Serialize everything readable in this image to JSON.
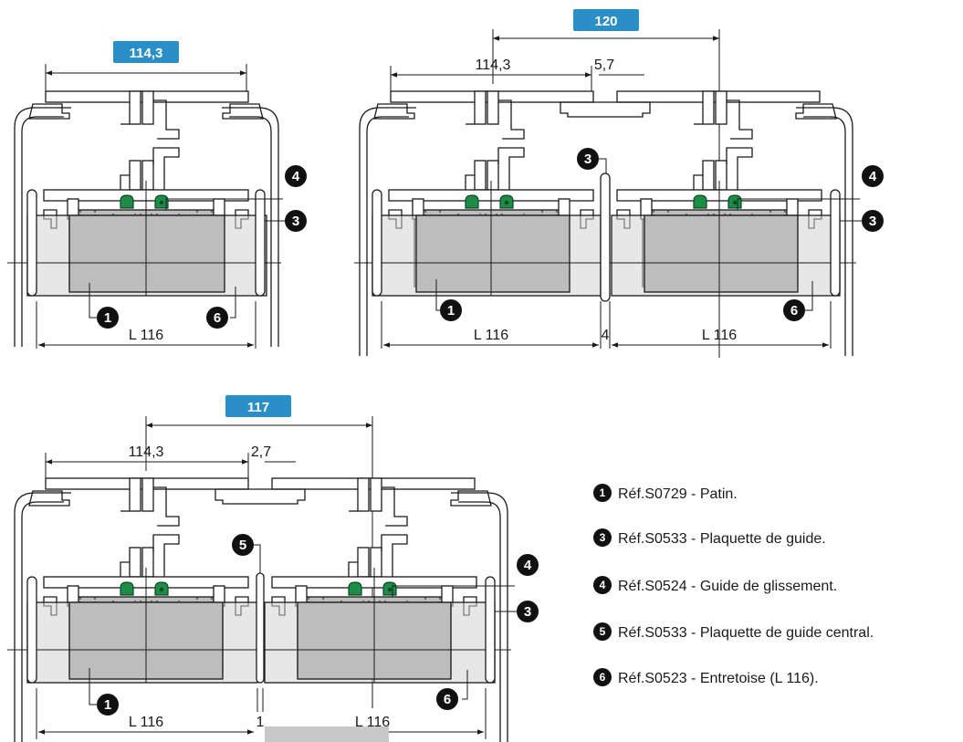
{
  "colors": {
    "badge": "#2a8fc6",
    "guide_green": "#1e8c46",
    "pad_grey": "#bdbdbd",
    "spacer_grey": "#d4d4d4",
    "callout": "#111111"
  },
  "diagram_a": {
    "badge": "114,3",
    "length_label": "L 116",
    "callouts": [
      "4",
      "3",
      "1",
      "6"
    ]
  },
  "diagram_b": {
    "badge": "120",
    "dim_left": "114,3",
    "dim_gap": "5,7",
    "dim_center": "4",
    "length_left": "L 116",
    "length_right": "L 116",
    "callouts": [
      "3",
      "4",
      "3",
      "1",
      "6"
    ]
  },
  "diagram_c": {
    "badge": "117",
    "dim_left": "114,3",
    "dim_gap": "2,7",
    "dim_center": "1",
    "length_left": "L 116",
    "length_right": "L 116",
    "callouts": [
      "5",
      "4",
      "3",
      "1",
      "6"
    ]
  },
  "legend": [
    {
      "num": "1",
      "text": "Réf.S0729 - Patin."
    },
    {
      "num": "3",
      "text": "Réf.S0533 - Plaquette de guide."
    },
    {
      "num": "4",
      "text": "Réf.S0524 - Guide de glissement."
    },
    {
      "num": "5",
      "text": "Réf.S0533 - Plaquette de guide central."
    },
    {
      "num": "6",
      "text": "Réf.S0523 - Entretoise (L 116)."
    }
  ]
}
